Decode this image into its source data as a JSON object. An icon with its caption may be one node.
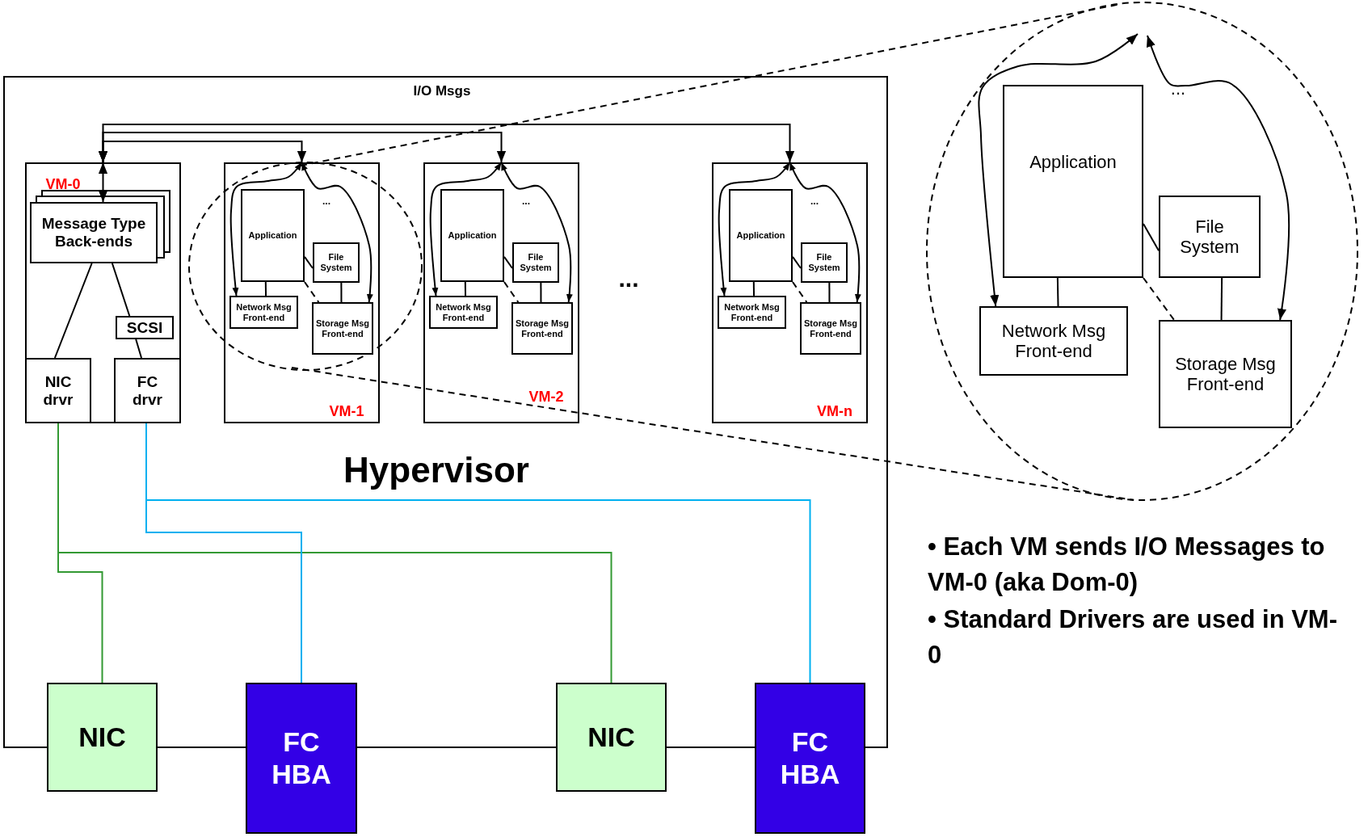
{
  "diagram": {
    "nodes": [
      {
        "text": [
          "Hypervisor"
        ]
      },
      {
        "text": [
          "VM-0"
        ],
        "in": 0
      },
      {
        "text": [
          "Message Type Back-ends"
        ],
        "in": 1
      },
      {
        "text": [
          "SCSI"
        ],
        "in": 1
      },
      {
        "text": [
          "NIC drvr"
        ],
        "in": 1
      },
      {
        "text": [
          "FC drvr"
        ],
        "in": 1
      },
      {
        "text": [
          "VM-1"
        ],
        "in": 0
      },
      {
        "text": [
          "Application"
        ],
        "in": 6
      },
      {
        "text": [
          "File System"
        ],
        "in": 6
      },
      {
        "text": [
          "Network Msg Front-end"
        ],
        "in": 6
      },
      {
        "text": [
          "Storage Msg Front-end"
        ],
        "in": 6
      },
      {
        "text": [
          "VM-2"
        ],
        "in": 0
      },
      {
        "text": [
          "Application"
        ],
        "in": 11
      },
      {
        "text": [
          "File System"
        ],
        "in": 11
      },
      {
        "text": [
          "Network Msg Front-end"
        ],
        "in": 11
      },
      {
        "text": [
          "Storage Msg Front-end"
        ],
        "in": 11
      },
      {
        "text": [
          "VM-n"
        ],
        "in": 0
      },
      {
        "text": [
          "Application"
        ],
        "in": 16
      },
      {
        "text": [
          "File System"
        ],
        "in": 16
      },
      {
        "text": [
          "Network Msg Front-end"
        ],
        "in": 16
      },
      {
        "text": [
          "Storage Msg Front-end"
        ],
        "in": 16
      },
      {
        "text": [
          "Application"
        ]
      },
      {
        "text": [
          "File System"
        ]
      },
      {
        "text": [
          "Network Msg Front-end"
        ]
      },
      {
        "text": [
          "Storage Msg Front-end"
        ]
      },
      {
        "text": [
          "NIC"
        ]
      },
      {
        "text": [
          "FC HBA"
        ]
      },
      {
        "text": [
          "NIC"
        ]
      },
      {
        "text": [
          "FC HBA"
        ]
      }
    ],
    "edges": [
      {
        "from": 1,
        "to": 6,
        "arrow": "both"
      },
      {
        "from": 1,
        "to": 11,
        "arrow": "both"
      },
      {
        "from": 1,
        "to": 16,
        "arrow": "both"
      },
      {
        "from": 1,
        "to": 2,
        "arrow": "both"
      },
      {
        "from": 2,
        "to": 4,
        "arrow": "none"
      },
      {
        "from": 2,
        "to": 3,
        "arrow": "none"
      },
      {
        "from": 3,
        "to": 5,
        "arrow": "none"
      },
      {
        "from": 6,
        "to": 9,
        "arrow": "both"
      },
      {
        "from": 6,
        "to": 10,
        "arrow": "both"
      },
      {
        "from": 7,
        "to": 9,
        "arrow": "none"
      },
      {
        "from": 7,
        "to": 8,
        "arrow": "none"
      },
      {
        "from": 8,
        "to": 10,
        "arrow": "none"
      },
      {
        "from": 7,
        "to": 10,
        "arrow": "none",
        "style": "dashed"
      },
      {
        "from": 11,
        "to": 14,
        "arrow": "both"
      },
      {
        "from": 11,
        "to": 15,
        "arrow": "both"
      },
      {
        "from": 12,
        "to": 14,
        "arrow": "none"
      },
      {
        "from": 12,
        "to": 13,
        "arrow": "none"
      },
      {
        "from": 13,
        "to": 15,
        "arrow": "none"
      },
      {
        "from": 12,
        "to": 15,
        "arrow": "none",
        "style": "dashed"
      },
      {
        "from": 16,
        "to": 19,
        "arrow": "both"
      },
      {
        "from": 16,
        "to": 20,
        "arrow": "both"
      },
      {
        "from": 17,
        "to": 19,
        "arrow": "none"
      },
      {
        "from": 17,
        "to": 18,
        "arrow": "none"
      },
      {
        "from": 18,
        "to": 20,
        "arrow": "none"
      },
      {
        "from": 17,
        "to": 20,
        "arrow": "none",
        "style": "dashed"
      },
      {
        "from": null,
        "to": 23,
        "arrow": "both"
      },
      {
        "from": null,
        "to": 24,
        "arrow": "both"
      },
      {
        "from": 21,
        "to": 23,
        "arrow": "none"
      },
      {
        "from": 21,
        "to": 22,
        "arrow": "none"
      },
      {
        "from": 22,
        "to": 24,
        "arrow": "none"
      },
      {
        "from": 21,
        "to": 24,
        "arrow": "none",
        "style": "dashed"
      },
      {
        "from": 4,
        "to": 25,
        "arrow": "none",
        "color": "#339933"
      },
      {
        "from": 4,
        "to": 27,
        "arrow": "none",
        "color": "#339933"
      },
      {
        "from": 5,
        "to": 26,
        "arrow": "none",
        "color": "#00b0f0"
      },
      {
        "from": 5,
        "to": 28,
        "arrow": "none",
        "color": "#00b0f0"
      }
    ],
    "labels": [
      "I/O Msgs",
      "...",
      "...",
      "...",
      "...",
      "...",
      "• Each VM sends I/O Messages to VM-0 (aka Dom-0)",
      "• Standard Drivers are used in VM-0"
    ]
  }
}
